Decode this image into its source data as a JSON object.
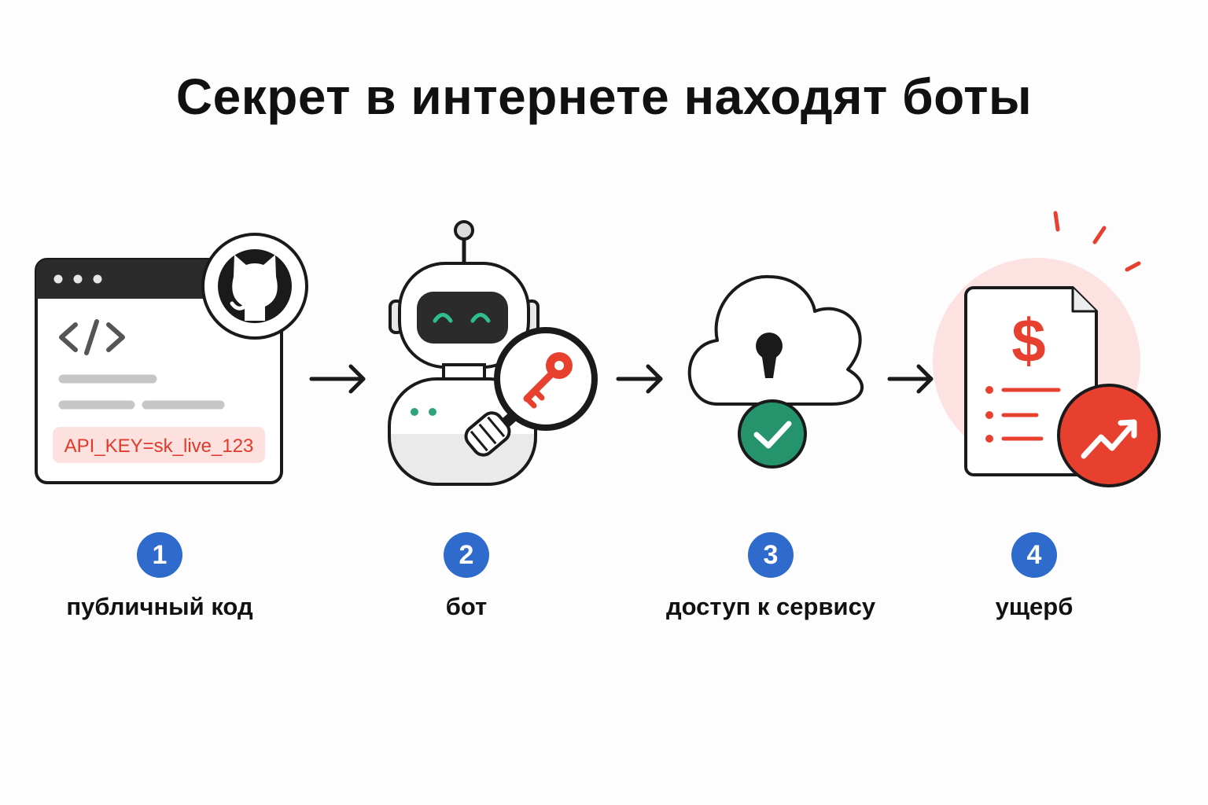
{
  "title": "Секрет в интернете находят боты",
  "colors": {
    "accent_red": "#e8402f",
    "badge_blue": "#2f6bcc",
    "check_green": "#25936b",
    "ink": "#1a1a1a"
  },
  "code_snippet": "API_KEY=sk_live_123",
  "steps": [
    {
      "number": "1",
      "label": "публичный код",
      "icon": "browser-code-github-icon"
    },
    {
      "number": "2",
      "label": "бот",
      "icon": "robot-magnifier-key-icon"
    },
    {
      "number": "3",
      "label": "доступ к сервису",
      "icon": "cloud-lock-check-icon"
    },
    {
      "number": "4",
      "label": "ущерб",
      "icon": "invoice-dollar-trend-icon"
    }
  ]
}
